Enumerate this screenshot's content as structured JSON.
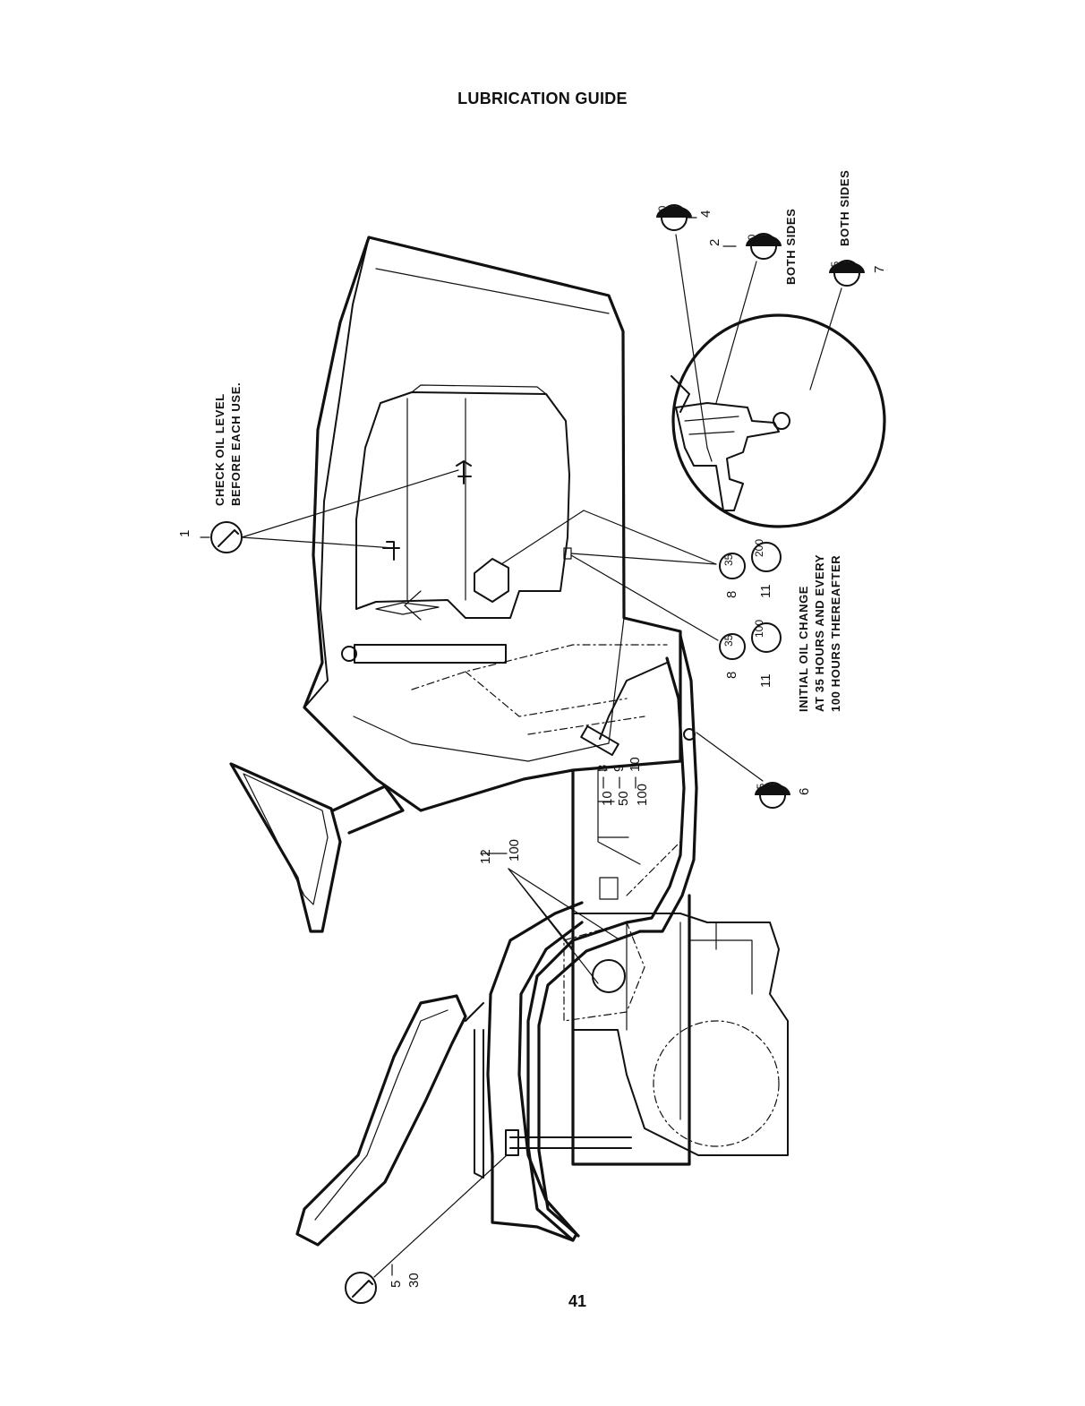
{
  "title": "LUBRICATION GUIDE",
  "page_number": "41",
  "notes": {
    "oil_check_line1": "CHECK OIL LEVEL",
    "oil_check_line2": "BEFORE EACH USE.",
    "both_sides_a": "BOTH SIDES",
    "both_sides_b": "BOTH SIDES",
    "oil_change_line1": "INITIAL OIL CHANGE",
    "oil_change_line2": "AT 35 HOURS AND EVERY",
    "oil_change_line3": "100 HOURS THEREAFTER"
  },
  "callouts": {
    "c1": {
      "num": "1"
    },
    "c2": {
      "num": "2",
      "hours": "10"
    },
    "c4": {
      "num": "4",
      "hours": "10"
    },
    "c5": {
      "num": "5",
      "interval": "30"
    },
    "c6": {
      "num": "6",
      "hours": "35"
    },
    "c7": {
      "num": "7",
      "hours": "35"
    },
    "c8a": {
      "num": "8",
      "hours": "35"
    },
    "c8b": {
      "num": "8",
      "hours": "35"
    },
    "c11a": {
      "num": "11",
      "hours": "100"
    },
    "c11b": {
      "num": "11",
      "hours": "200"
    },
    "c12": {
      "num": "12",
      "interval": "100"
    },
    "group": {
      "row1_hours": "10",
      "row1_num": "3",
      "row2_hours": "50",
      "row2_num": "9",
      "row3_hours": "100",
      "row3_num": "10"
    }
  }
}
